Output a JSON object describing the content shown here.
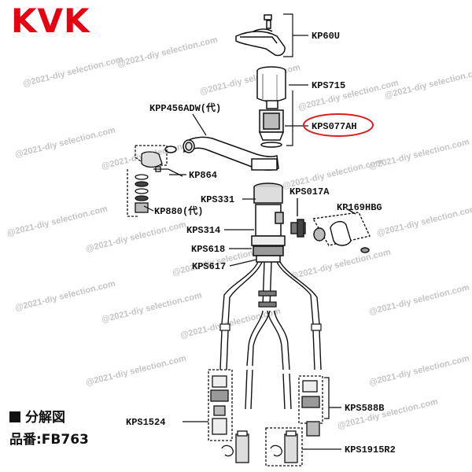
{
  "brand": {
    "logo_text": "KVK",
    "logo_color": "#e60012"
  },
  "watermark": "@2021-diy selection.com",
  "parts": {
    "kp60u": "KP60U",
    "kps715": "KPS715",
    "kpp456": "KPP456ADW(代)",
    "kps077ah": "KPS077AH",
    "kp864": "KP864",
    "kp880": "KP880(代)",
    "kps331": "KPS331",
    "kps017a": "KPS017A",
    "kp169hbg": "KP169HBG",
    "kps314": "KPS314",
    "kps618": "KPS618",
    "kps617": "KPS617",
    "kps1524": "KPS1524",
    "kps588b": "KPS588B",
    "kps1915r2": "KPS1915R2"
  },
  "highlight_color": "#d8201f",
  "caption": {
    "title": "分解図",
    "model": "品番:FB763"
  }
}
